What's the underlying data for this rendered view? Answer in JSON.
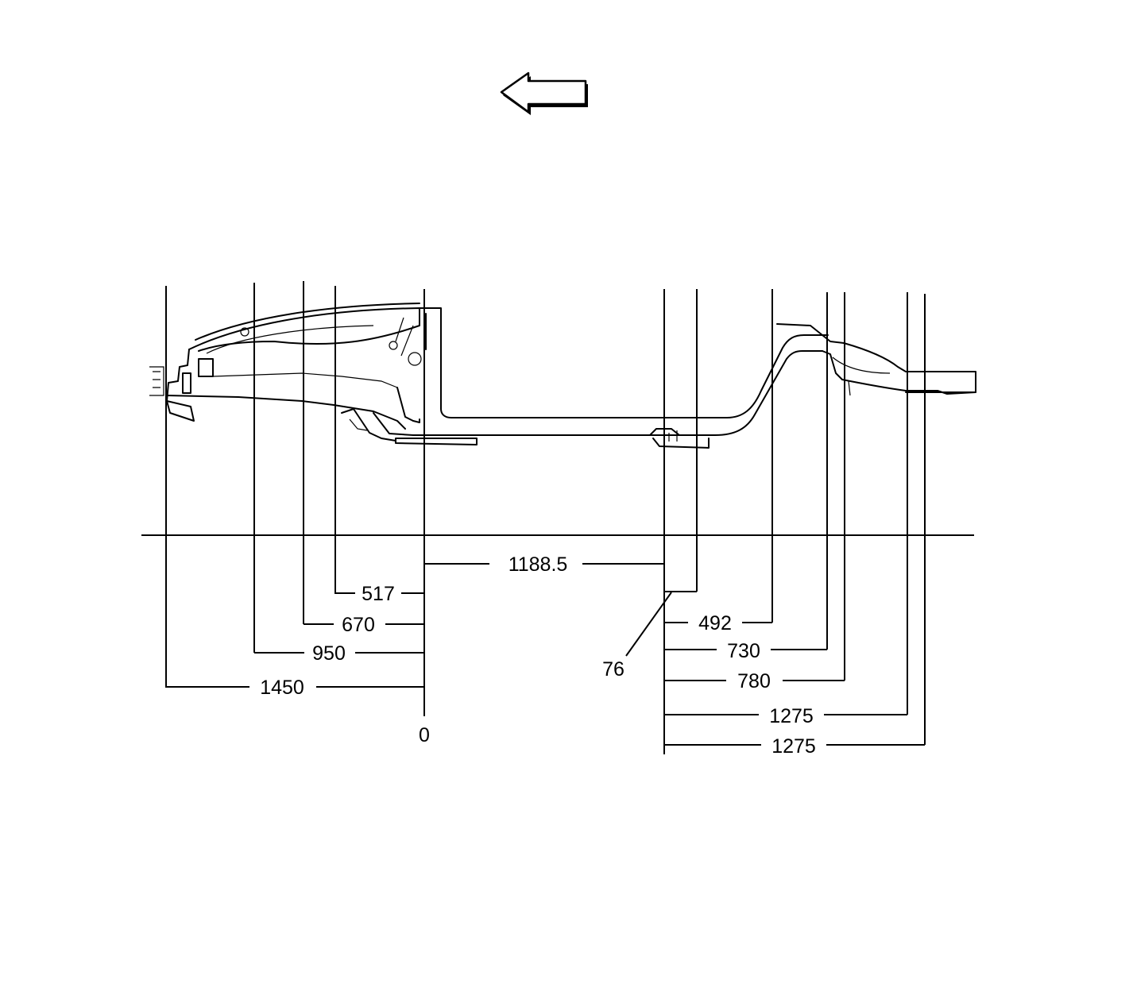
{
  "diagram": {
    "direction_indicator": "arrow-left-icon",
    "front_dimensions": [
      "517",
      "670",
      "950",
      "1450"
    ],
    "front_datum": "0",
    "center_span": "1188.5",
    "rear_offset": "76",
    "rear_dimensions": [
      "492",
      "730",
      "780",
      "1275",
      "1275"
    ]
  }
}
